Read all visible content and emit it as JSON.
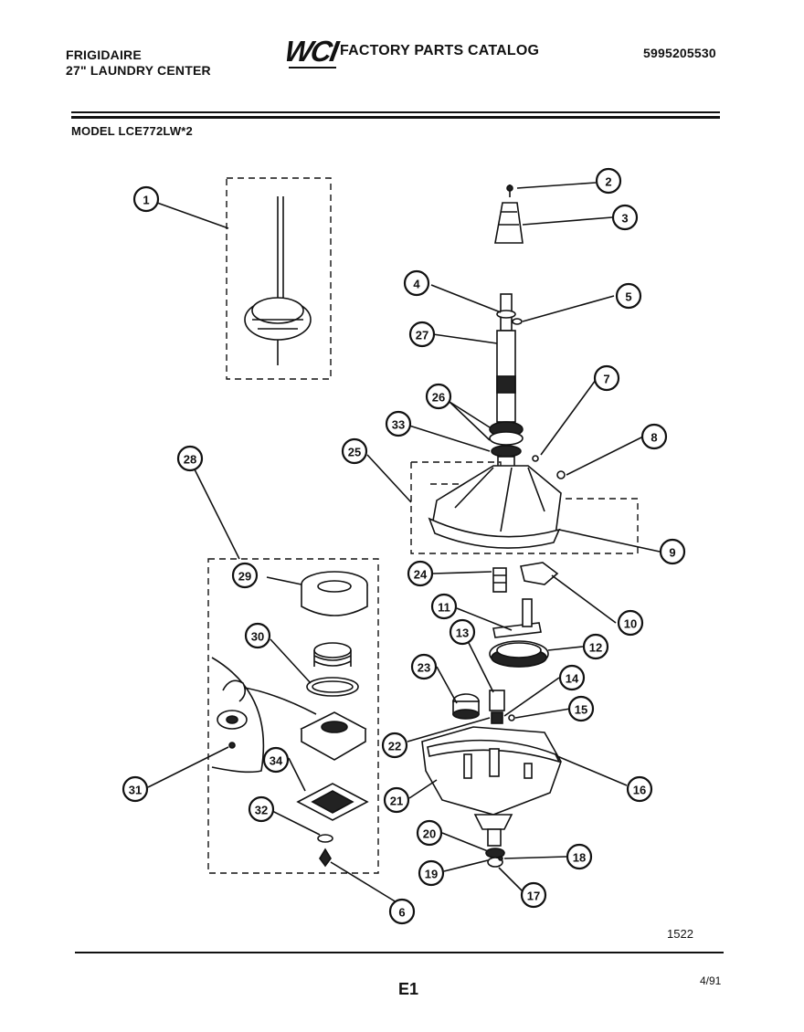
{
  "header": {
    "brand_line1": "FRIGIDAIRE",
    "brand_line2": "27\" LAUNDRY CENTER",
    "logo_text": "WCI",
    "catalog_title": "FACTORY PARTS CATALOG",
    "part_number": "5995205530",
    "model": "MODEL LCE772LW*2"
  },
  "diagram": {
    "callouts": [
      "1",
      "2",
      "3",
      "4",
      "5",
      "27",
      "7",
      "26",
      "33",
      "8",
      "25",
      "28",
      "9",
      "24",
      "10",
      "29",
      "11",
      "12",
      "30",
      "13",
      "23",
      "14",
      "15",
      "22",
      "16",
      "31",
      "34",
      "21",
      "32",
      "20",
      "18",
      "19",
      "17",
      "6"
    ]
  },
  "footer": {
    "diagram_number": "1522",
    "page_label": "E1",
    "date": "4/91"
  }
}
